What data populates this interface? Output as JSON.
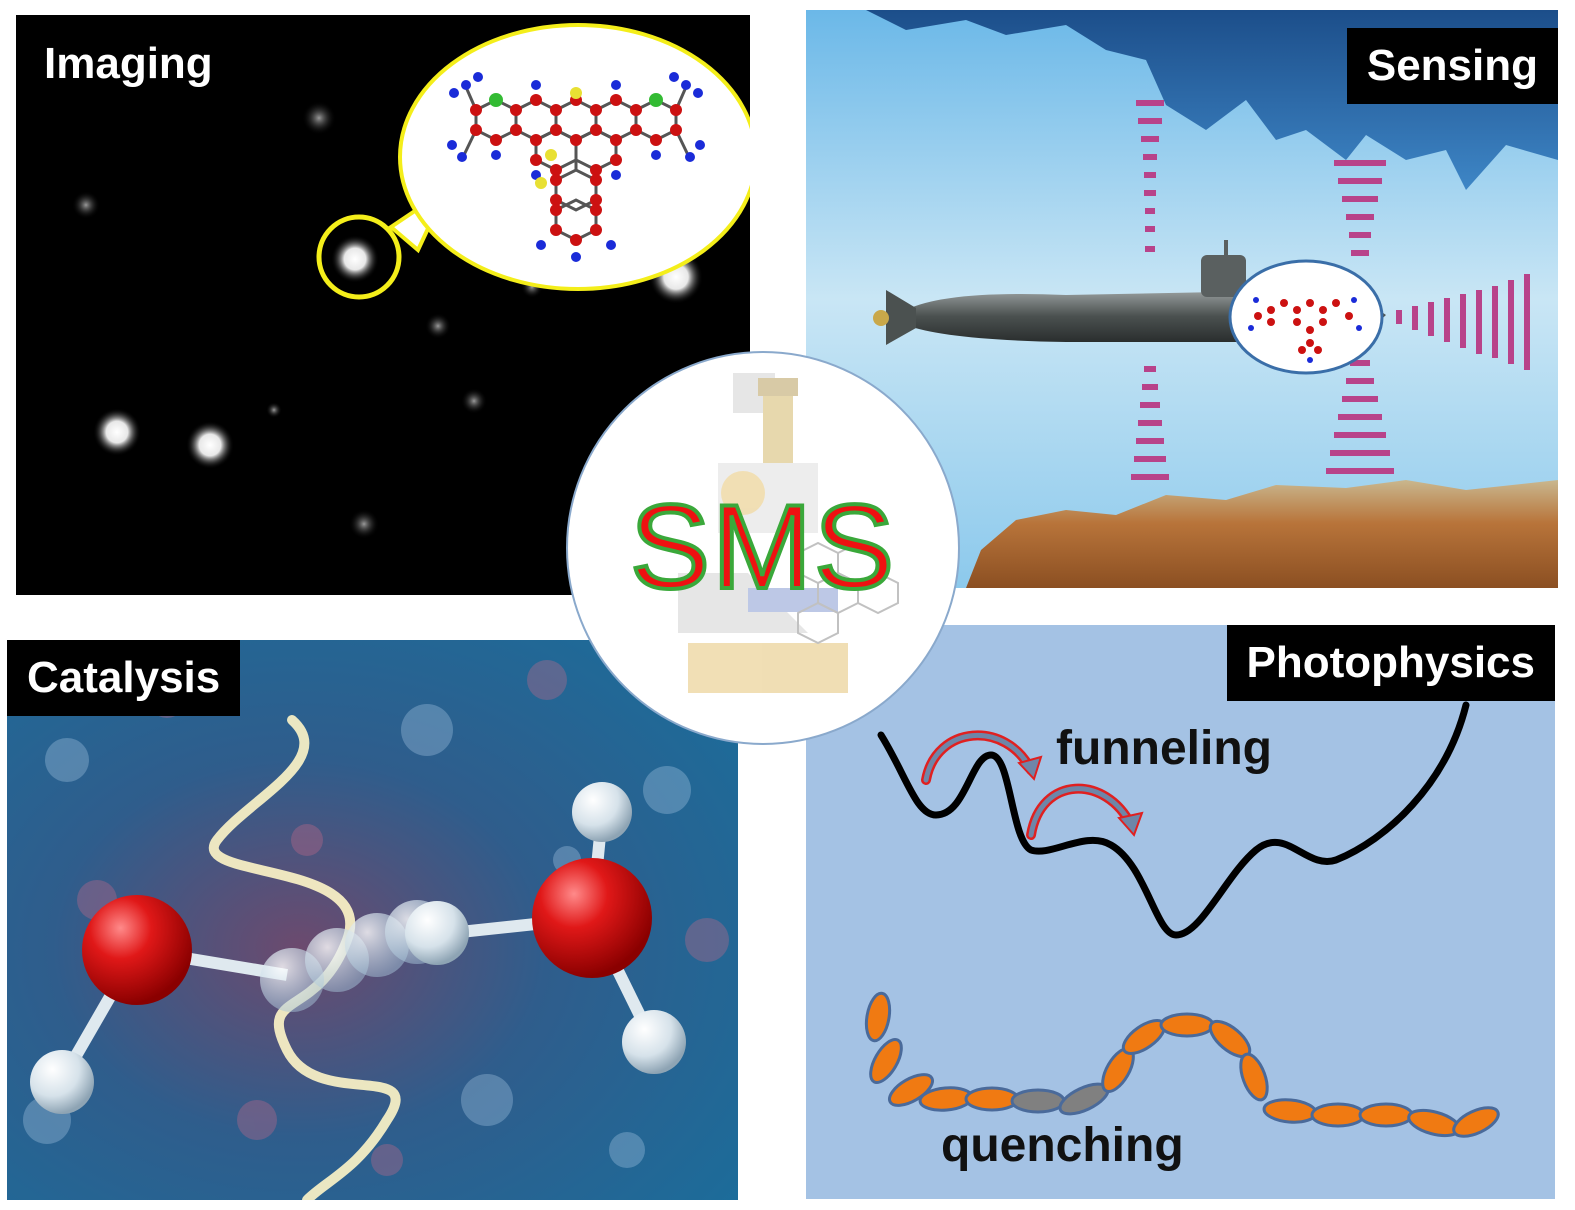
{
  "panels": {
    "imaging": {
      "label": "Imaging"
    },
    "sensing": {
      "label": "Sensing"
    },
    "catalysis": {
      "label": "Catalysis"
    },
    "photophysics": {
      "label": "Photophysics",
      "annotation_top": "funneling",
      "annotation_bottom": "quenching"
    }
  },
  "center": {
    "title": "SMS"
  },
  "colors": {
    "title_fill": "#ee1111",
    "title_stroke": "#3aa83a",
    "zoom_circle": "#f4ee1a",
    "sonar_wave": "#b8438a",
    "photophysics_bg": "#a4c2e4",
    "chain_segment": "#f07a12",
    "quenched_segment": "#808080",
    "arrow": "#e02020"
  }
}
